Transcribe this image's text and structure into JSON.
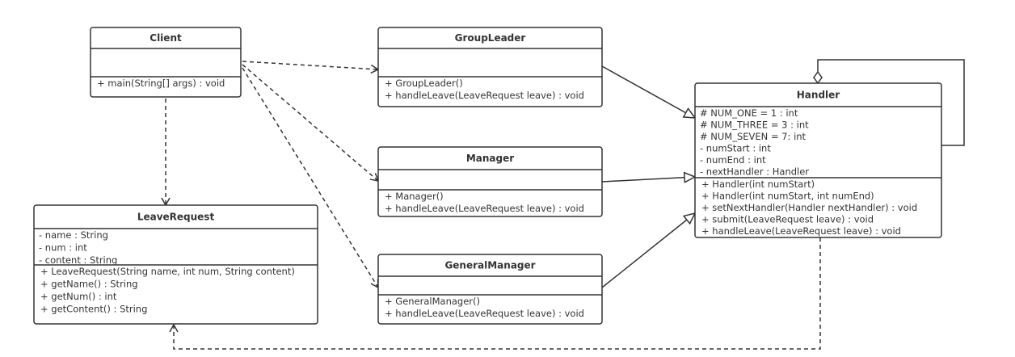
{
  "classes": [
    {
      "id": "client",
      "name": "Client",
      "attributes": [],
      "methods": [
        "+ main(String[] args) : void"
      ]
    },
    {
      "id": "group-leader",
      "name": "GroupLeader",
      "attributes": [],
      "methods": [
        "+ GroupLeader()",
        "+ handleLeave(LeaveRequest leave) : void"
      ]
    },
    {
      "id": "manager",
      "name": "Manager",
      "attributes": [],
      "methods": [
        "+ Manager()",
        "+ handleLeave(LeaveRequest leave) : void"
      ]
    },
    {
      "id": "general-manager",
      "name": "GeneralManager",
      "attributes": [],
      "methods": [
        "+ GeneralManager()",
        "+ handleLeave(LeaveRequest leave) : void"
      ]
    },
    {
      "id": "handler",
      "name": "Handler",
      "attributes": [
        "# NUM_ONE = 1 :   int",
        "# NUM_THREE = 3 :   int",
        "# NUM_SEVEN = 7:   int",
        "- numStart :   int",
        "- numEnd :   int",
        "- nextHandler :   Handler"
      ],
      "methods": [
        "+ Handler(int numStart)",
        "+ Handler(int numStart, int numEnd)",
        "+ setNextHandler(Handler nextHandler) :   void",
        "+ submit(LeaveRequest leave) :   void",
        "+ handleLeave(LeaveRequest leave) :   void"
      ]
    },
    {
      "id": "leave-request",
      "name": "LeaveRequest",
      "attributes": [
        "- name : String",
        "- num : int",
        "- content : String"
      ],
      "methods": [
        "+ LeaveRequest(String name, int num, String content)",
        "+ getName() : String",
        "+ getNum() : int",
        "+ getContent() : String"
      ]
    }
  ],
  "relations": [
    {
      "type": "dependency",
      "from": "Client",
      "to": "GroupLeader"
    },
    {
      "type": "dependency",
      "from": "Client",
      "to": "Manager"
    },
    {
      "type": "dependency",
      "from": "Client",
      "to": "GeneralManager"
    },
    {
      "type": "dependency",
      "from": "Client",
      "to": "LeaveRequest"
    },
    {
      "type": "dependency",
      "from": "Handler",
      "to": "LeaveRequest"
    },
    {
      "type": "generalization",
      "from": "GroupLeader",
      "to": "Handler"
    },
    {
      "type": "generalization",
      "from": "Manager",
      "to": "Handler"
    },
    {
      "type": "generalization",
      "from": "GeneralManager",
      "to": "Handler"
    },
    {
      "type": "aggregation",
      "from": "Handler",
      "to": "Handler"
    }
  ]
}
